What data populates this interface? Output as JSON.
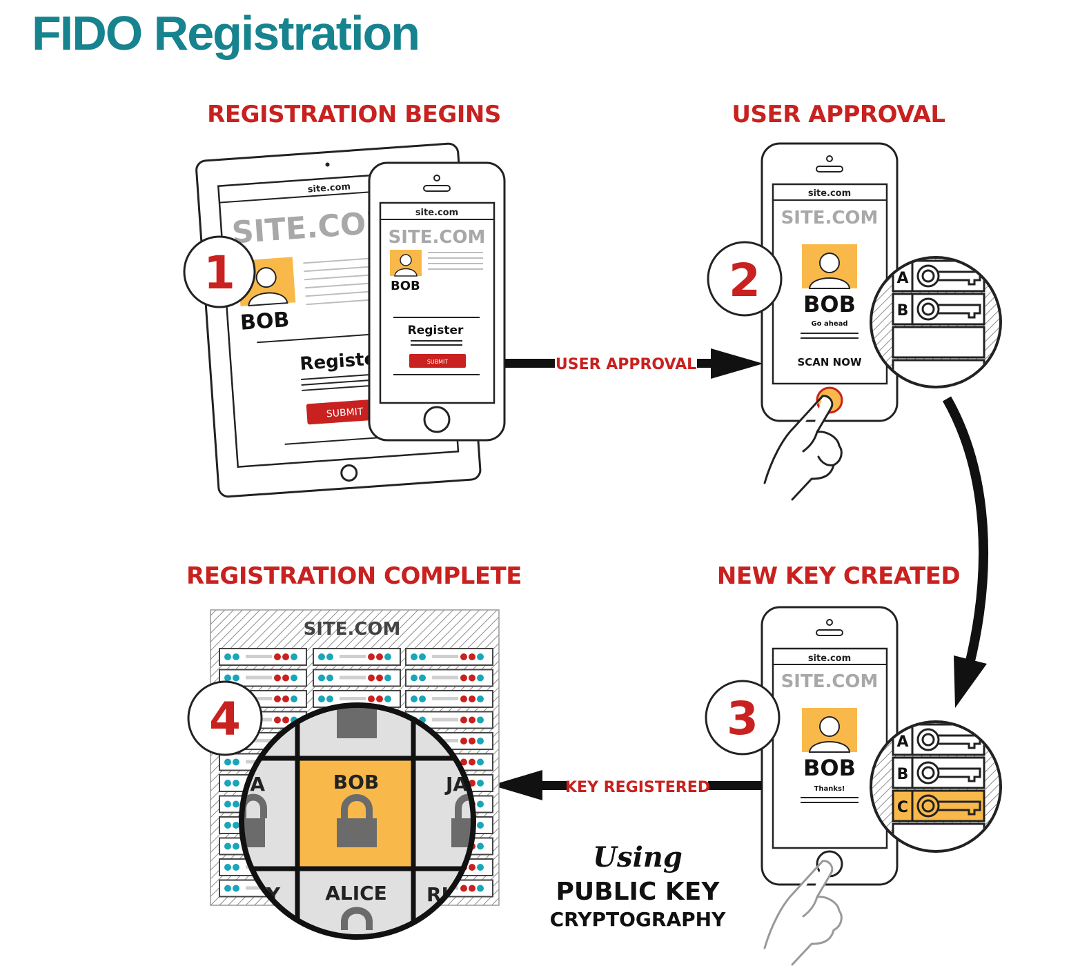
{
  "title": "FIDO Registration",
  "colors": {
    "title": "#16838f",
    "heading": "#c8211f",
    "accent": "#f9b94a",
    "teal": "#1aa5b8",
    "red": "#c8211f",
    "dark": "#111111"
  },
  "steps": [
    {
      "number": "1",
      "heading": "REGISTRATION BEGINS"
    },
    {
      "number": "2",
      "heading": "USER APPROVAL"
    },
    {
      "number": "3",
      "heading": "NEW KEY CREATED"
    },
    {
      "number": "4",
      "heading": "REGISTRATION COMPLETE"
    }
  ],
  "arrows": {
    "approval": "USER APPROVAL",
    "registered": "KEY REGISTERED"
  },
  "tablet": {
    "url": "site.com",
    "site": "SITE.COM",
    "user": "BOB",
    "heading": "Register",
    "button": "SUBMIT"
  },
  "phone1": {
    "url": "site.com",
    "site": "SITE.COM",
    "user": "BOB",
    "heading": "Register",
    "button": "SUBMIT"
  },
  "phone2": {
    "url": "site.com",
    "site": "SITE.COM",
    "user": "BOB",
    "note": "Go ahead",
    "action": "SCAN NOW"
  },
  "phone3": {
    "url": "site.com",
    "site": "SITE.COM",
    "user": "BOB",
    "note": "Thanks!"
  },
  "keys": [
    "A",
    "B",
    "C"
  ],
  "server": {
    "site": "SITE.COM",
    "users": [
      "BOB",
      "ALICE"
    ],
    "partial_labels": [
      "A",
      "JA",
      "Y",
      "RI"
    ]
  },
  "caption": {
    "script": "Using",
    "line1": "PUBLIC KEY",
    "line2": "CRYPTOGRAPHY"
  }
}
